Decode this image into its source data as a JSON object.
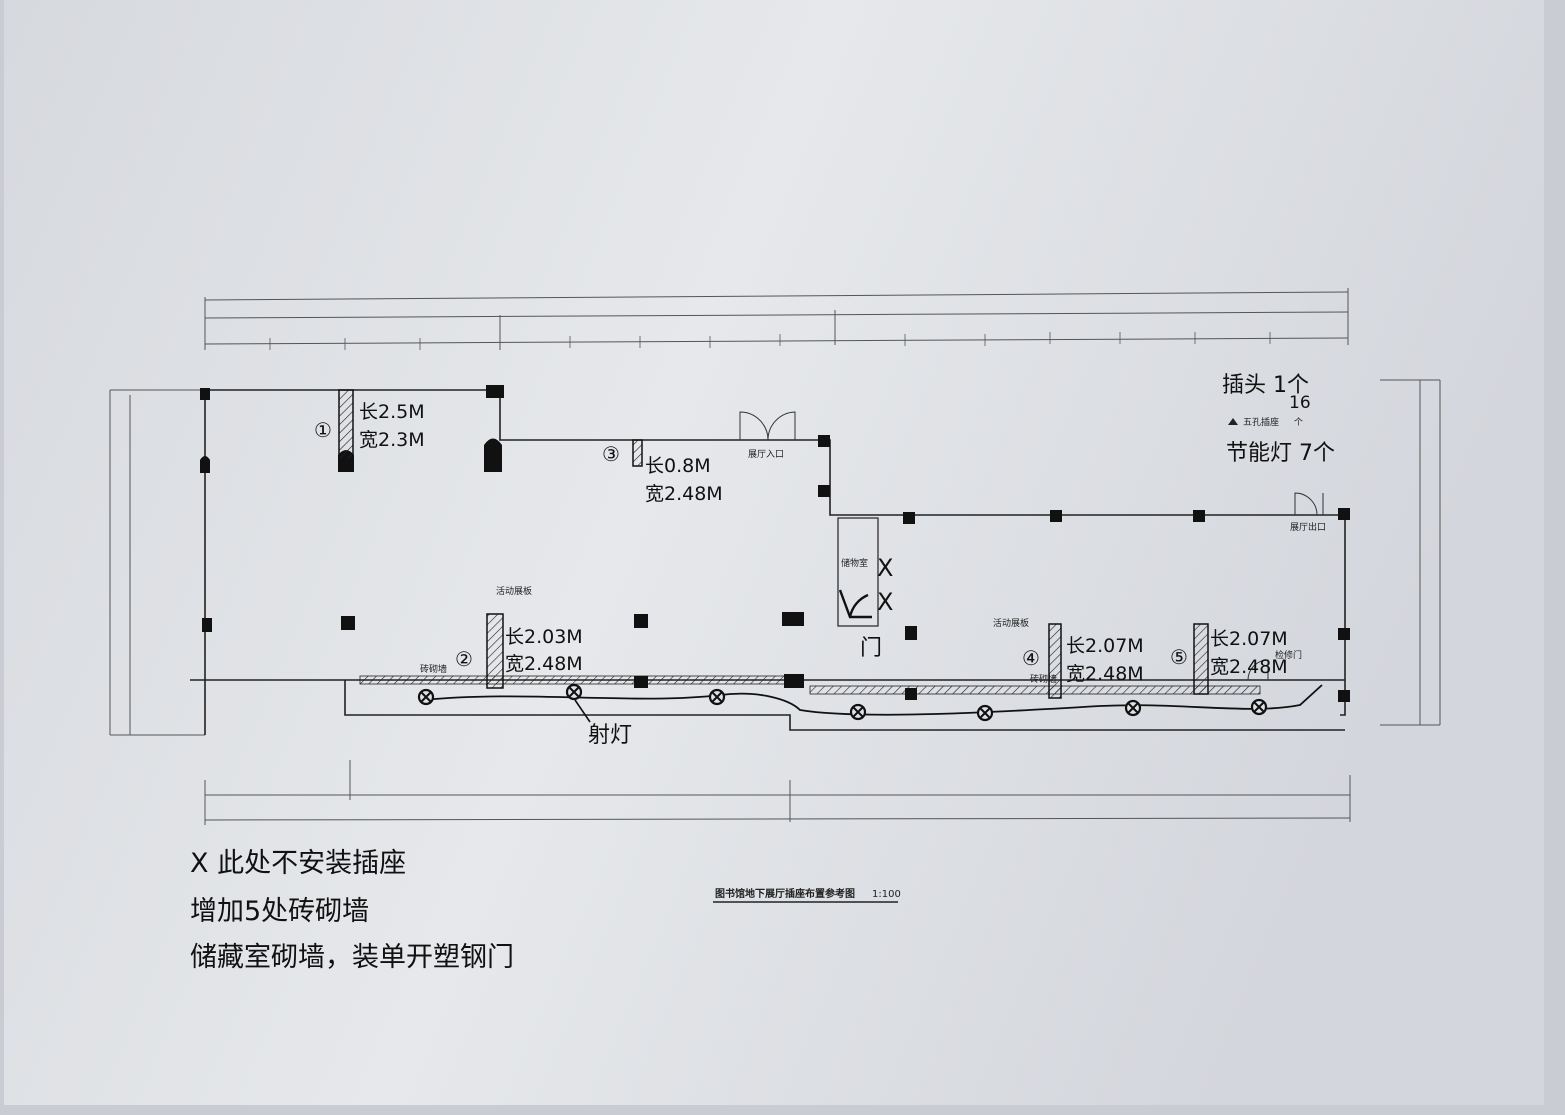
{
  "drawing": {
    "title": "图书馆地下展厅插座布置参考图",
    "scale": "1:100"
  },
  "rooms": {
    "entrance": "展厅入口",
    "exit": "展厅出口",
    "storage": "储物室",
    "maintenance_door": "检修门",
    "brick_wall_1": "砖砌墙",
    "brick_wall_2": "砖砌墙",
    "movable_board_1": "活动展板",
    "movable_board_2": "活动展板"
  },
  "panels": [
    {
      "num": "①",
      "length": "长2.5M",
      "width": "宽2.3M"
    },
    {
      "num": "②",
      "length": "长2.03M",
      "width": "宽2.48M"
    },
    {
      "num": "③",
      "length": "长0.8M",
      "width": "宽2.48M"
    },
    {
      "num": "④",
      "length": "长2.07M",
      "width": "宽2.48M"
    },
    {
      "num": "⑤",
      "length": "长2.07M",
      "width": "宽2.48M"
    }
  ],
  "legend": {
    "socket_text": "五孔插座",
    "socket_count": "16",
    "socket_unit": "个",
    "hand_socket": "插头 1个",
    "hand_light": "节能灯 7个"
  },
  "annotations": {
    "door": "门",
    "lamp": "射灯",
    "cross_1": "X",
    "cross_2": "X"
  },
  "notes": [
    "X 此处不安装插座",
    "增加5处砖砌墙",
    "储藏室砌墙，装单开塑钢门"
  ],
  "colors": {
    "paper": "#dfe2e6",
    "ink": "#111111",
    "line": "#333333"
  }
}
